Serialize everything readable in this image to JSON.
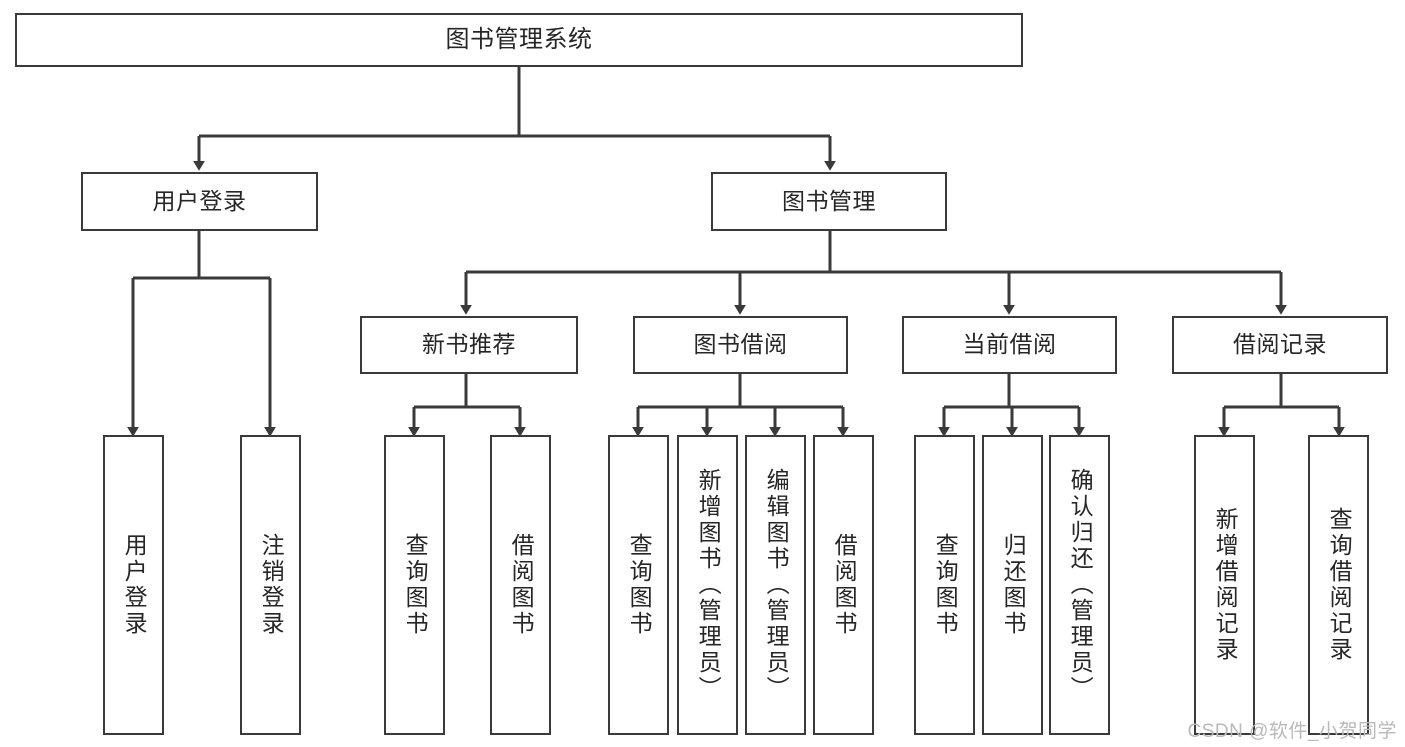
{
  "diagram": {
    "type": "tree-hierarchy",
    "title": "图书管理系统",
    "watermark": "CSDN @软件_小贺同学",
    "colors": {
      "stroke": "#3a3a3a",
      "fill": "#ffffff",
      "text": "#262626",
      "watermark": "#b9b9b9"
    },
    "nodes": {
      "root": {
        "label": "图书管理系统"
      },
      "level1": [
        {
          "id": "user-login",
          "label": "用户登录"
        },
        {
          "id": "book-manage",
          "label": "图书管理"
        }
      ],
      "level2": [
        {
          "id": "new-book-recommend",
          "label": "新书推荐",
          "parent": "book-manage"
        },
        {
          "id": "book-borrow",
          "label": "图书借阅",
          "parent": "book-manage"
        },
        {
          "id": "current-borrow",
          "label": "当前借阅",
          "parent": "book-manage"
        },
        {
          "id": "borrow-record",
          "label": "借阅记录",
          "parent": "book-manage"
        }
      ],
      "leaves": [
        {
          "id": "leaf-user-login",
          "label": "用户登录",
          "parent": "user-login"
        },
        {
          "id": "leaf-user-logout",
          "label": "注销登录",
          "parent": "user-login"
        },
        {
          "id": "leaf-query-book-1",
          "label": "查询图书",
          "parent": "new-book-recommend"
        },
        {
          "id": "leaf-borrow-book-1",
          "label": "借阅图书",
          "parent": "new-book-recommend"
        },
        {
          "id": "leaf-query-book-2",
          "label": "查询图书",
          "parent": "book-borrow"
        },
        {
          "id": "leaf-add-book",
          "label": "新增图书（管理员）",
          "parent": "book-borrow"
        },
        {
          "id": "leaf-edit-book",
          "label": "编辑图书（管理员）",
          "parent": "book-borrow"
        },
        {
          "id": "leaf-borrow-book-2",
          "label": "借阅图书",
          "parent": "book-borrow"
        },
        {
          "id": "leaf-query-book-3",
          "label": "查询图书",
          "parent": "current-borrow"
        },
        {
          "id": "leaf-return-book",
          "label": "归还图书",
          "parent": "current-borrow"
        },
        {
          "id": "leaf-confirm-return",
          "label": "确认归还（管理员）",
          "parent": "current-borrow"
        },
        {
          "id": "leaf-add-record",
          "label": "新增借阅记录",
          "parent": "borrow-record"
        },
        {
          "id": "leaf-query-record",
          "label": "查询借阅记录",
          "parent": "borrow-record"
        }
      ]
    }
  }
}
